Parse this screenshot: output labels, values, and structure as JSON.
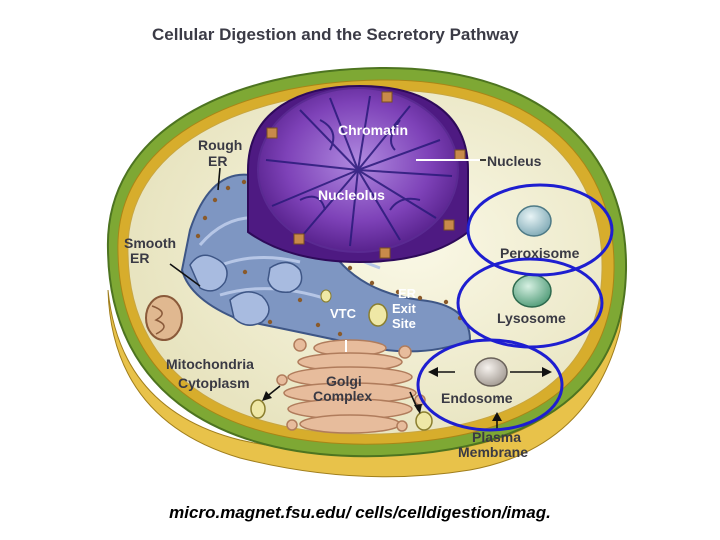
{
  "title": "Cellular Digestion and the Secretory Pathway",
  "caption": "micro.magnet.fsu.edu/ cells/celldigestion/imag.",
  "labels": {
    "chromatin": "Chromatin",
    "nucleus": "Nucleus",
    "nucleolus": "Nucleolus",
    "rough_er_1": "Rough",
    "rough_er_2": "ER",
    "smooth_er_1": "Smooth",
    "smooth_er_2": "ER",
    "peroxisome": "Peroxisome",
    "lysosome": "Lysosome",
    "vtc": "VTC",
    "er_exit_1": "ER",
    "er_exit_2": "Exit",
    "er_exit_3": "Site",
    "mitochondria": "Mitochondria",
    "cytoplasm": "Cytoplasm",
    "golgi_1": "Golgi",
    "golgi_2": "Complex",
    "endosome": "Endosome",
    "plasma_membrane_1": "Plasma",
    "plasma_membrane_2": "Membrane"
  },
  "colors": {
    "membrane_outer": "#7ea834",
    "membrane_inner": "#d7ad2c",
    "cytoplasm": "#f1efd6",
    "nucleus": "#6c2ca2",
    "er": "#7e96c2",
    "golgi": "#e7bc9c",
    "highlight_circle": "#1e1ed0"
  }
}
